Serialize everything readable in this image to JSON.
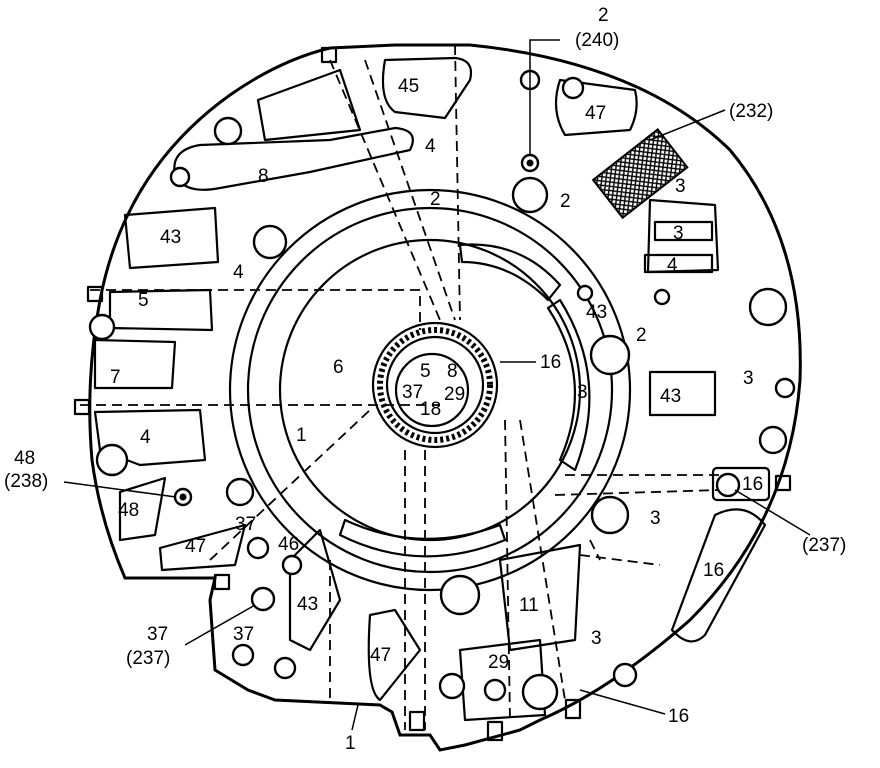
{
  "passage_labels": [
    {
      "id": "p45",
      "text": "45"
    },
    {
      "id": "p47a",
      "text": "47"
    },
    {
      "id": "p8a",
      "text": "8"
    },
    {
      "id": "p4a",
      "text": "4"
    },
    {
      "id": "p2a",
      "text": "2"
    },
    {
      "id": "p2b",
      "text": "2"
    },
    {
      "id": "p3a",
      "text": "3"
    },
    {
      "id": "p3b",
      "text": "3"
    },
    {
      "id": "p4b",
      "text": "4"
    },
    {
      "id": "p43a",
      "text": "43"
    },
    {
      "id": "p4c",
      "text": "4"
    },
    {
      "id": "p5a",
      "text": "5"
    },
    {
      "id": "p43b",
      "text": "43"
    },
    {
      "id": "p2c",
      "text": "2"
    },
    {
      "id": "p7",
      "text": "7"
    },
    {
      "id": "p6",
      "text": "6"
    },
    {
      "id": "p5b",
      "text": "5"
    },
    {
      "id": "p8b",
      "text": "8"
    },
    {
      "id": "p37a",
      "text": "37"
    },
    {
      "id": "p29a",
      "text": "29"
    },
    {
      "id": "p18",
      "text": "18"
    },
    {
      "id": "p3c",
      "text": "3"
    },
    {
      "id": "p43c",
      "text": "43"
    },
    {
      "id": "p3d",
      "text": "3"
    },
    {
      "id": "p4d",
      "text": "4"
    },
    {
      "id": "p1a",
      "text": "1"
    },
    {
      "id": "p16a",
      "text": "16"
    },
    {
      "id": "p48",
      "text": "48"
    },
    {
      "id": "p47b",
      "text": "47"
    },
    {
      "id": "p37b",
      "text": "37"
    },
    {
      "id": "p46",
      "text": "46"
    },
    {
      "id": "p3e",
      "text": "3"
    },
    {
      "id": "p16b",
      "text": "16"
    },
    {
      "id": "p43d",
      "text": "43"
    },
    {
      "id": "p37c",
      "text": "37"
    },
    {
      "id": "p47c",
      "text": "47"
    },
    {
      "id": "p11",
      "text": "11"
    },
    {
      "id": "p3f",
      "text": "3"
    },
    {
      "id": "p29b",
      "text": "29"
    }
  ],
  "callouts": [
    {
      "id": "c2",
      "text": "2"
    },
    {
      "id": "c240",
      "text": "(240)"
    },
    {
      "id": "c232",
      "text": "(232)"
    },
    {
      "id": "c16a",
      "text": "16"
    },
    {
      "id": "c237a",
      "text": "(237)"
    },
    {
      "id": "c48",
      "text": "48"
    },
    {
      "id": "c238",
      "text": "(238)"
    },
    {
      "id": "c37",
      "text": "37"
    },
    {
      "id": "c237b",
      "text": "(237)"
    },
    {
      "id": "c1",
      "text": "1"
    },
    {
      "id": "c16b",
      "text": "16"
    }
  ]
}
